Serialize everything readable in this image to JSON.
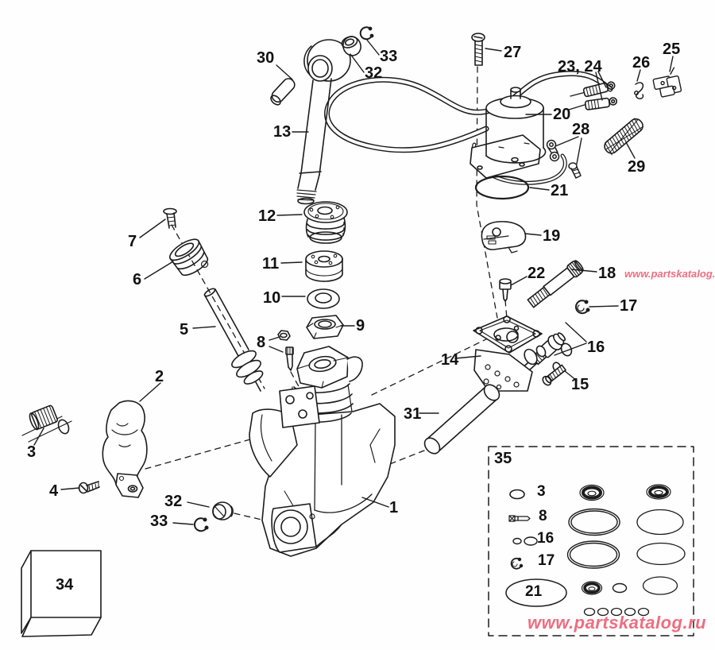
{
  "watermark": {
    "text": "www.partskatalog.ru",
    "color": "#ef6d80"
  },
  "labels": {
    "1": "1",
    "2": "2",
    "3": "3",
    "4": "4",
    "5": "5",
    "6": "6",
    "7": "7",
    "8": "8",
    "9": "9",
    "10": "10",
    "11": "11",
    "12": "12",
    "13": "13",
    "14": "14",
    "15": "15",
    "16": "16",
    "17": "17",
    "18": "18",
    "19": "19",
    "20": "20",
    "21": "21",
    "22": "22",
    "23_24": "23, 24",
    "25": "25",
    "26": "26",
    "27": "27",
    "28": "28",
    "29": "29",
    "30": "30",
    "31": "31",
    "32": "32",
    "33": "33",
    "34": "34",
    "35": "35"
  },
  "kit_box": {
    "ref": "35",
    "item_refs": [
      "3",
      "8",
      "16",
      "17",
      "21"
    ]
  }
}
